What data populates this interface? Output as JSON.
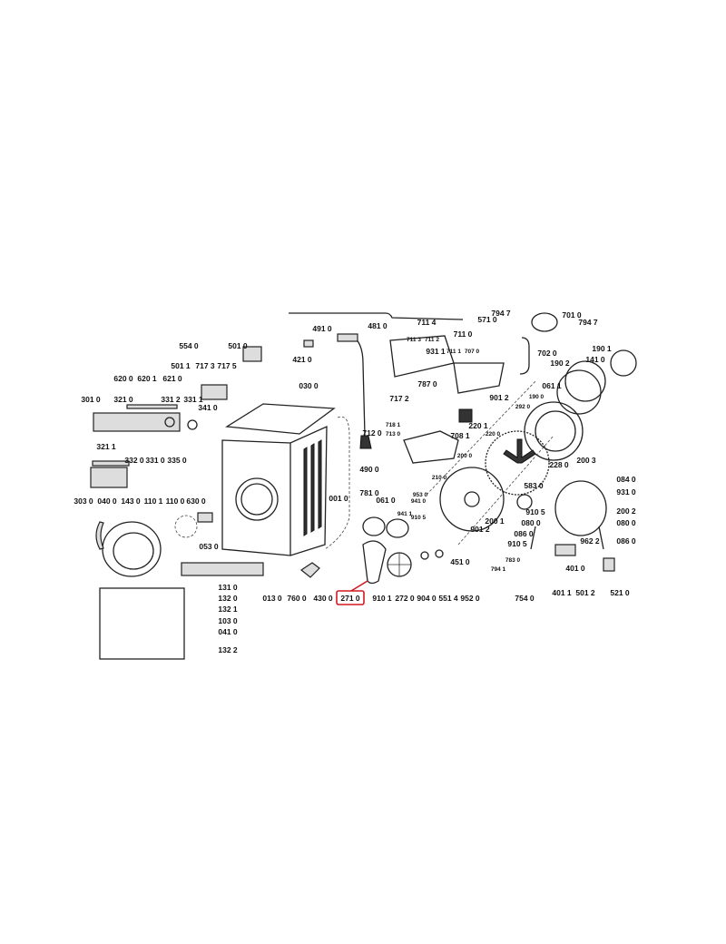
{
  "title": "Washing machine exploded parts diagram",
  "highlighted_part": "271 0",
  "highlight_color": "#d0191f",
  "labels": [
    "554 0",
    "501 0",
    "501 1",
    "717 3",
    "717 5",
    "620 0",
    "620 1",
    "621 0",
    "301 0",
    "321 0",
    "331 2",
    "331 1",
    "341 0",
    "321 1",
    "332 0",
    "331 0",
    "335 0",
    "303 0",
    "040 0",
    "143 0",
    "110 1",
    "110 0",
    "630 0",
    "053 0",
    "131 0",
    "132 0",
    "132 1",
    "103 0",
    "041 0",
    "132 2",
    "013 0",
    "760 0",
    "430 0",
    "271 0",
    "910 1",
    "272 0",
    "904 0",
    "551 4",
    "952 0",
    "754 0",
    "030 0",
    "491 0",
    "481 0",
    "421 0",
    "712 0",
    "490 0",
    "001 0",
    "781 0",
    "061 0",
    "711 4",
    "711 3",
    "711 2",
    "711 0",
    "711 1",
    "707 0",
    "931 1",
    "787 0",
    "717 2",
    "794 7",
    "571 0",
    "701 0",
    "794 7",
    "702 0",
    "190 1",
    "190 2",
    "141 0",
    "901 2",
    "708 1",
    "220 1",
    "220 0",
    "190 0",
    "292 0",
    "061 1",
    "718 1",
    "713 0",
    "200 0",
    "210 0",
    "228 0",
    "200 3",
    "084 0",
    "931 0",
    "953 0",
    "941 0",
    "941 1",
    "910 5",
    "583 0",
    "200 1",
    "901 2",
    "910 5",
    "080 0",
    "086 0",
    "910 5",
    "200 2",
    "080 0",
    "086 0",
    "962 2",
    "451 0",
    "783 0",
    "794 1",
    "401 0",
    "401 1",
    "501 2",
    "521 0"
  ]
}
